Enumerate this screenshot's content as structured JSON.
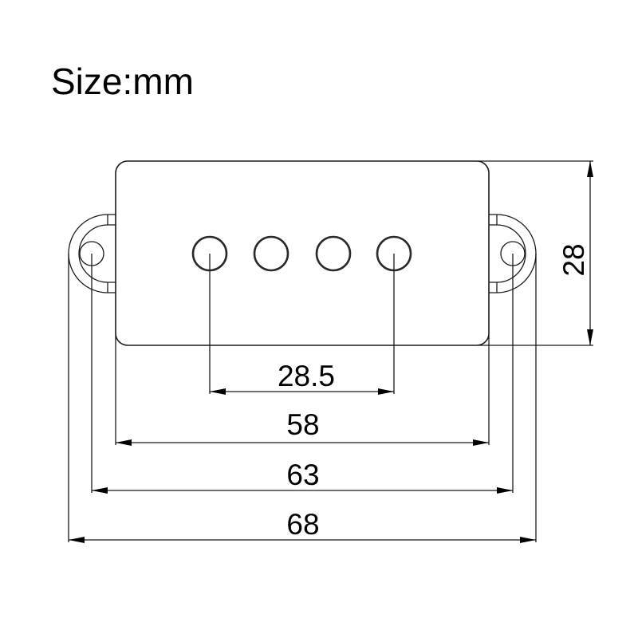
{
  "title": "Size:mm",
  "units": "mm",
  "dimensions": {
    "pole_spacing": "28.5",
    "body_width": "58",
    "mount_hole_spacing": "63",
    "overall_width": "68",
    "body_height": "28"
  },
  "pole_pieces": {
    "count": 4
  },
  "colors": {
    "line": "#1a1a1a",
    "background": "#ffffff"
  }
}
